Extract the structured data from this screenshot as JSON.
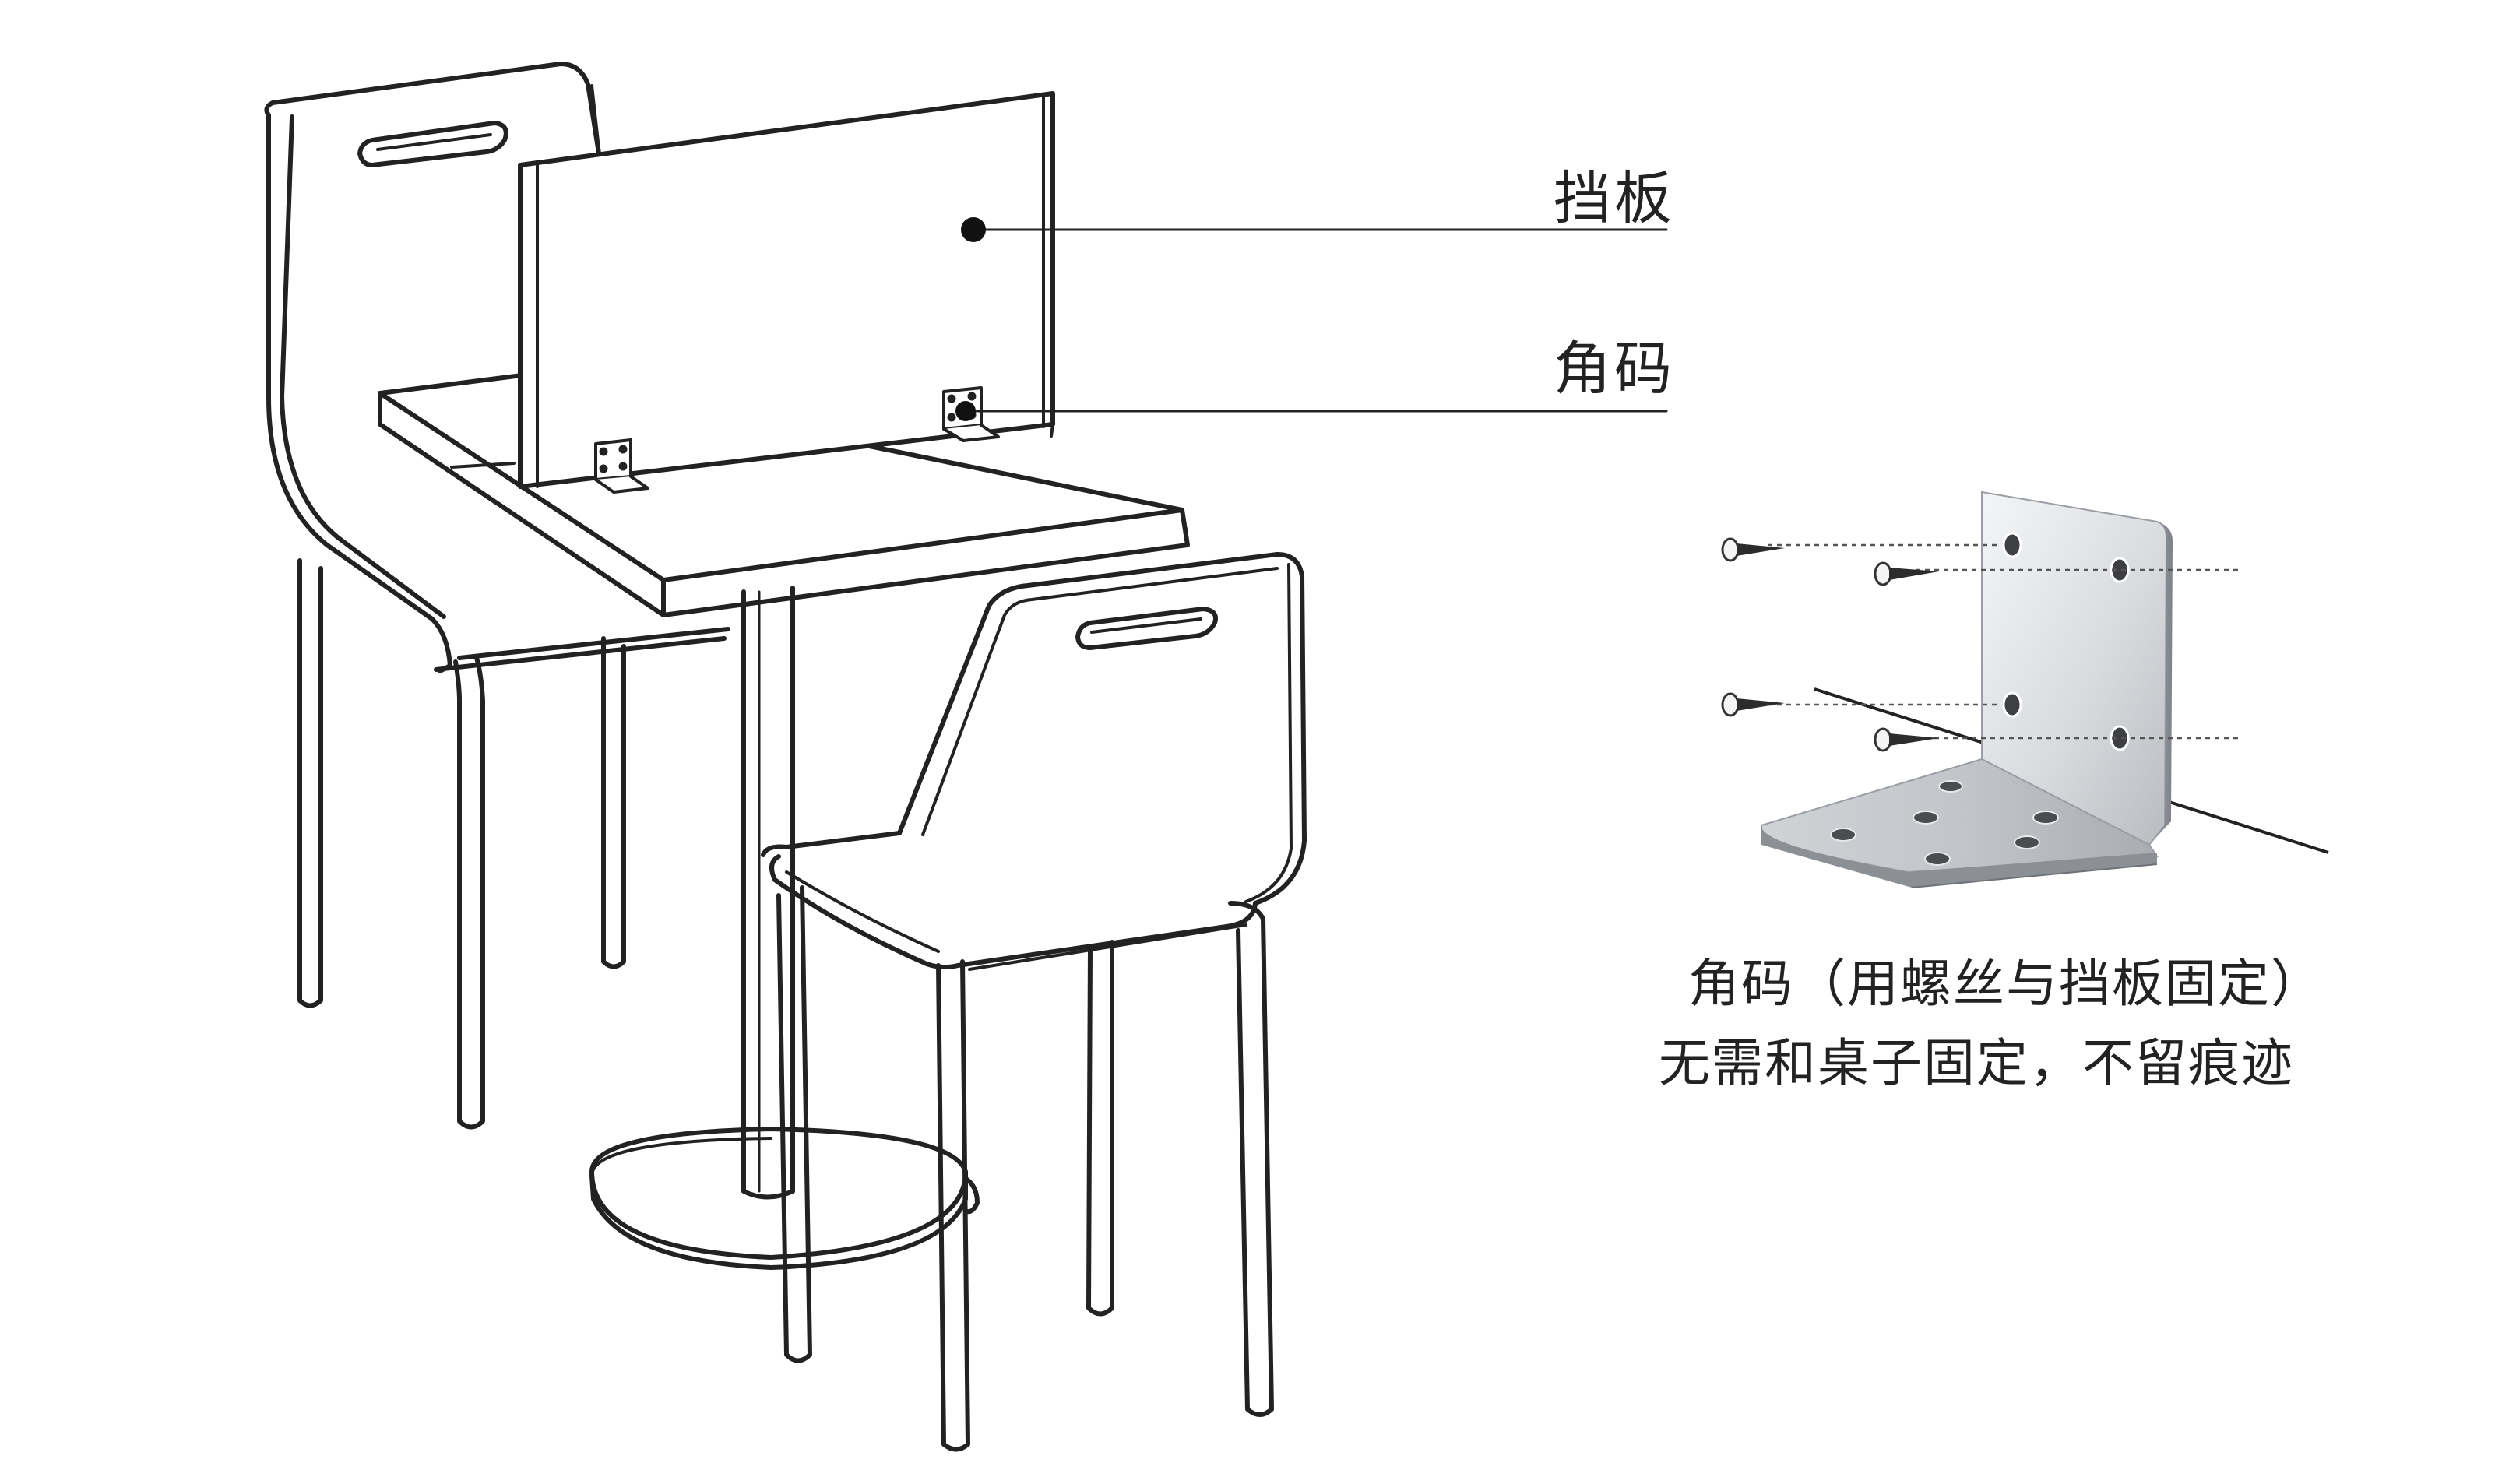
{
  "labels": {
    "panel": "挡板",
    "bracket": "角码"
  },
  "caption": {
    "line1": "角码（用螺丝与挡板固定）",
    "line2": "无需和桌子固定，不留痕迹"
  },
  "colors": {
    "line": "#222222",
    "background": "#ffffff",
    "bracket_light": "#e2e4e6",
    "bracket_mid": "#b9bcc0",
    "bracket_dark": "#8e9296"
  }
}
